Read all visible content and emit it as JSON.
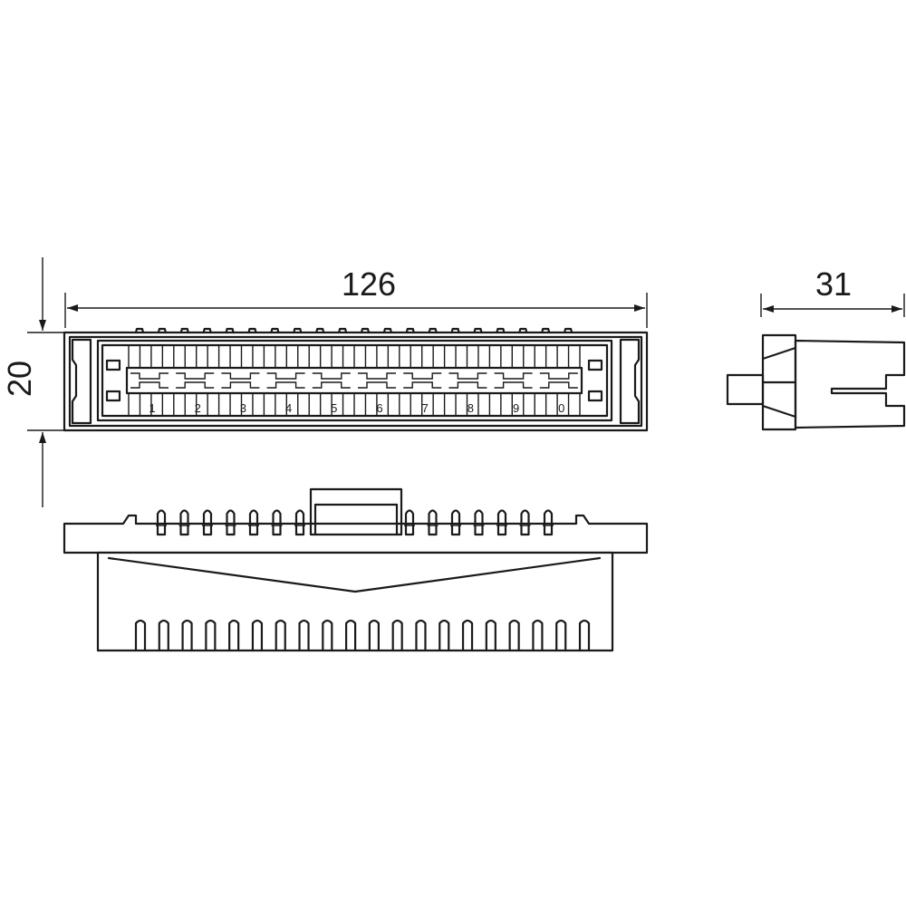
{
  "dimensions": {
    "width": "126",
    "height": "20",
    "depth": "31"
  },
  "terminal_count": 20,
  "pair_labels": [
    "1",
    "2",
    "3",
    "4",
    "5",
    "6",
    "7",
    "8",
    "9",
    "0"
  ],
  "comb_tooth_count": 20
}
